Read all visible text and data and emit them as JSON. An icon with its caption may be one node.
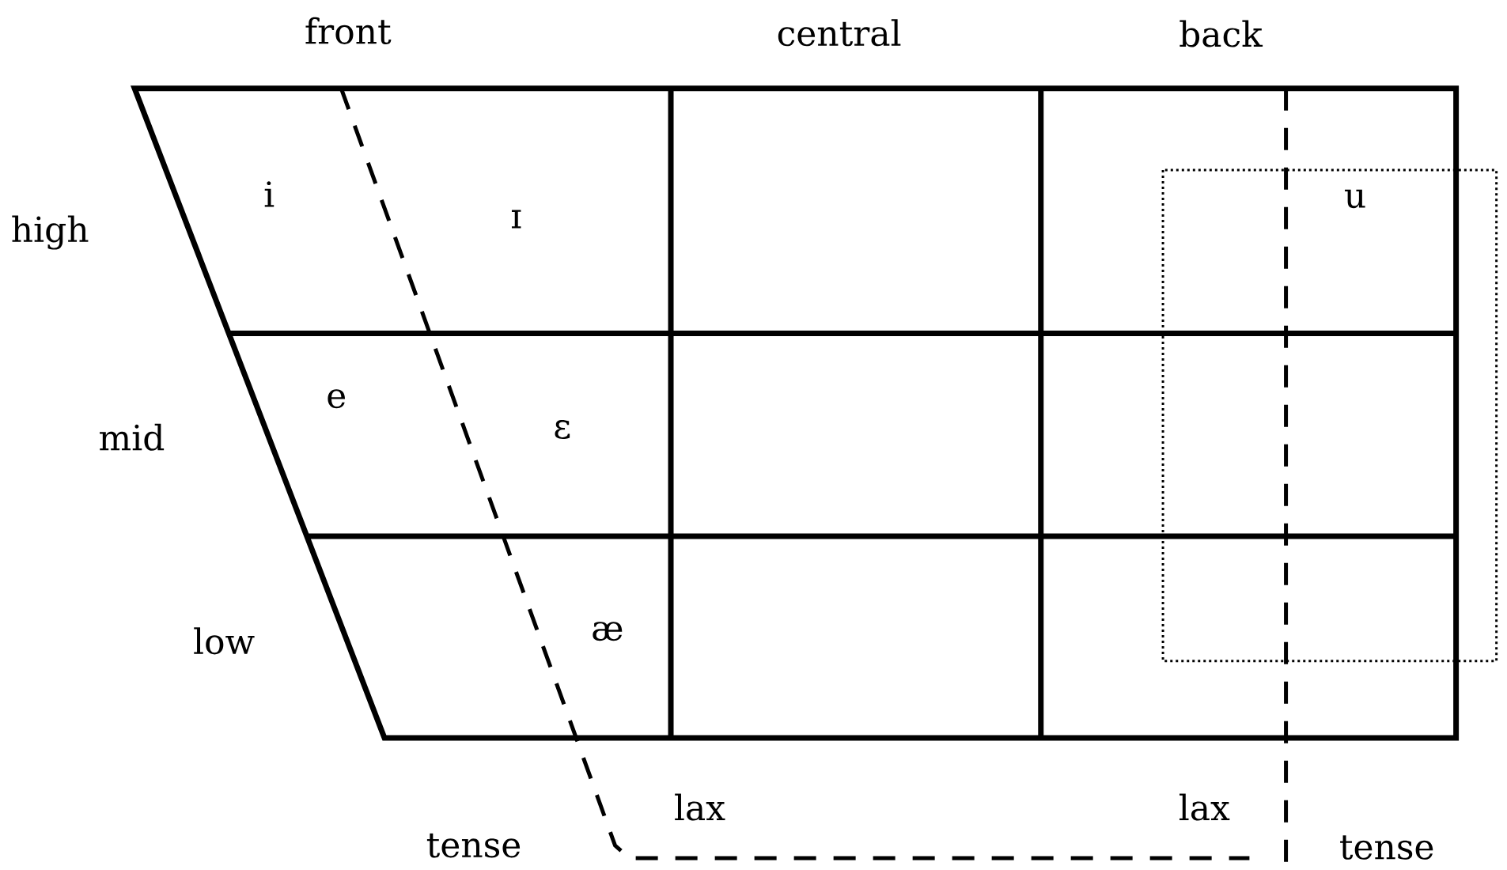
{
  "diagram": {
    "labels": [
      "front",
      "central",
      "back",
      "high",
      "i",
      "u",
      "ɪ",
      "mid",
      "e",
      "ɛ",
      "low",
      "æ",
      "lax",
      "lax",
      "tense",
      "tense"
    ]
  }
}
